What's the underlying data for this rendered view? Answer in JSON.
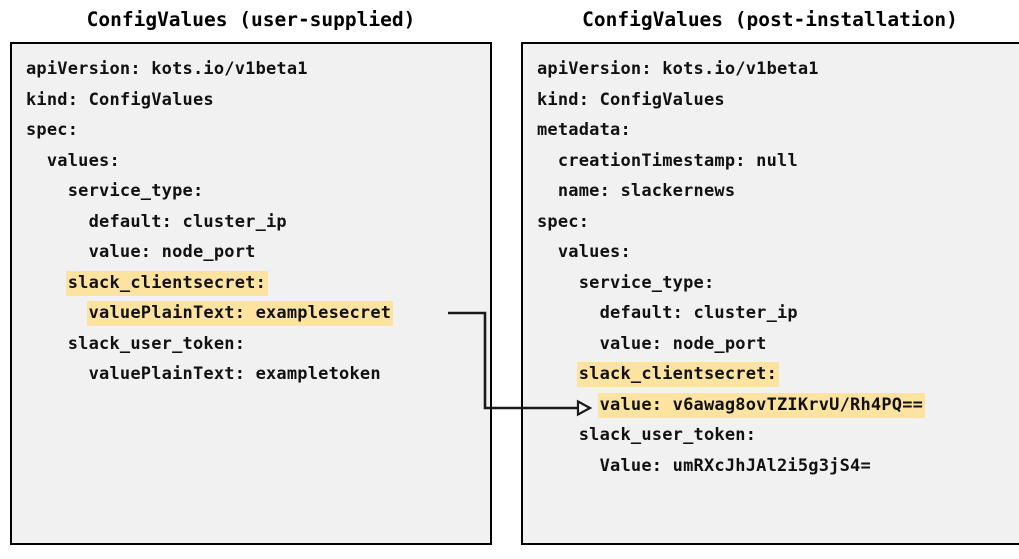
{
  "panels": [
    {
      "id": "user-supplied",
      "title": "ConfigValues (user-supplied)",
      "lines": [
        {
          "indent": 0,
          "text": "apiVersion: kots.io/v1beta1",
          "highlight": false
        },
        {
          "indent": 0,
          "text": "kind: ConfigValues",
          "highlight": false
        },
        {
          "indent": 0,
          "text": "spec:",
          "highlight": false
        },
        {
          "indent": 1,
          "text": "values:",
          "highlight": false
        },
        {
          "indent": 2,
          "text": "service_type:",
          "highlight": false
        },
        {
          "indent": 3,
          "text": "default: cluster_ip",
          "highlight": false
        },
        {
          "indent": 3,
          "text": "value: node_port",
          "highlight": false
        },
        {
          "indent": 2,
          "text": "slack_clientsecret:",
          "highlight": true
        },
        {
          "indent": 3,
          "text": "valuePlainText: examplesecret",
          "highlight": true
        },
        {
          "indent": 2,
          "text": "slack_user_token:",
          "highlight": false
        },
        {
          "indent": 3,
          "text": "valuePlainText: exampletoken",
          "highlight": false
        }
      ]
    },
    {
      "id": "post-installation",
      "title": "ConfigValues (post-installation)",
      "lines": [
        {
          "indent": 0,
          "text": "apiVersion: kots.io/v1beta1",
          "highlight": false
        },
        {
          "indent": 0,
          "text": "kind: ConfigValues",
          "highlight": false
        },
        {
          "indent": 0,
          "text": "metadata:",
          "highlight": false
        },
        {
          "indent": 1,
          "text": "creationTimestamp: null",
          "highlight": false
        },
        {
          "indent": 1,
          "text": "name: slackernews",
          "highlight": false
        },
        {
          "indent": 0,
          "text": "spec:",
          "highlight": false
        },
        {
          "indent": 1,
          "text": "values:",
          "highlight": false
        },
        {
          "indent": 2,
          "text": "service_type:",
          "highlight": false
        },
        {
          "indent": 3,
          "text": "default: cluster_ip",
          "highlight": false
        },
        {
          "indent": 3,
          "text": "value: node_port",
          "highlight": false
        },
        {
          "indent": 2,
          "text": "slack_clientsecret:",
          "highlight": true
        },
        {
          "indent": 3,
          "text": "value: v6awag8ovTZIKrvU/Rh4PQ==",
          "highlight": true
        },
        {
          "indent": 2,
          "text": "slack_user_token:",
          "highlight": false
        },
        {
          "indent": 3,
          "text": "Value: umRXcJhJAl2i5g3jS4=",
          "highlight": false
        }
      ]
    }
  ],
  "connector": {
    "name": "secret-transform-arrow",
    "from_label": "valuePlainText: examplesecret",
    "to_label": "value: v6awag8ovTZIKrvU/Rh4PQ==",
    "color": "#1a1a1a"
  },
  "colors": {
    "highlight": "#fce3a0",
    "box_background": "#f1f1f1",
    "box_border": "#000000",
    "text": "#111111"
  }
}
